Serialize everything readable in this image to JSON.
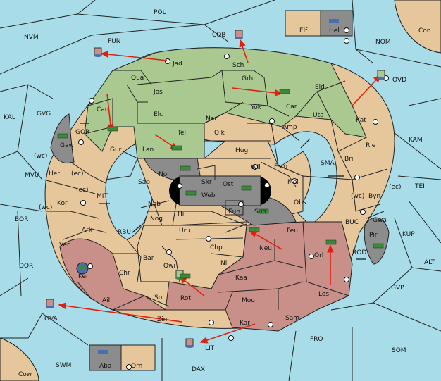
{
  "colors": {
    "sea": "#a8dce8",
    "neutral": "#e6c79c",
    "green": "#a9c991",
    "red": "#c89088",
    "impassable": "#8c8c8c",
    "arrow": "#e02010",
    "army": "#3a8a3a",
    "fleet": "#4a6fb0"
  },
  "sea_labels": {
    "POL": "POL",
    "NVM": "NVM",
    "FUN": "FUN",
    "COB": "COB",
    "NOM": "NOM",
    "Con": "Con",
    "OVD": "OVD",
    "KAL": "KAL",
    "GVG": "GVG",
    "GOR": "GOR",
    "KAM": "KAM",
    "SMA": "SMA",
    "TEI": "TEI",
    "MVU": "MVU",
    "MIT": "MIT",
    "BOR": "BOR",
    "RBU": "RBU",
    "BUC": "BUC",
    "KUP": "KUP",
    "DOR": "DOR",
    "ROD": "ROD",
    "ALT": "ALT",
    "GVP": "GVP",
    "GVA": "GVA",
    "LIT": "LIT",
    "FRO": "FRO",
    "SOM": "SOM",
    "SWM": "SWM",
    "DAX": "DAX",
    "Cow": "Cow"
  },
  "land_labels": {
    "Jad": "Jad",
    "Sch": "Sch",
    "Qua": "Qua",
    "Jos": "Jos",
    "Grh": "Grh",
    "Eld": "Eld",
    "Can": "Can",
    "Elc": "Elc",
    "Nar": "Nar",
    "Yok": "Yok",
    "Car": "Car",
    "Uta": "Uta",
    "Kat": "Kat",
    "Tel": "Tel",
    "Olk": "Olk",
    "Amp": "Amp",
    "Gur": "Gur",
    "Lan": "Lan",
    "Hug": "Hug",
    "Rie": "Rie",
    "Gaw": "Gaw",
    "Bri": "Bri",
    "Wil": "Wil",
    "Esm": "Esm",
    "Nor": "Nor",
    "Skr": "Skr",
    "Her": "Her",
    "Sap": "Sap",
    "Ost": "Ost",
    "Mel": "Mel",
    "Web": "Web",
    "Byn": "Byn",
    "Kor": "Kor",
    "Nab": "Nab",
    "Obs": "Obs",
    "Eun": "Eun",
    "Sun": "Sun",
    "Hil": "Hil",
    "Gwa": "Gwa",
    "Nog": "Nog",
    "Ark": "Ark",
    "Uru": "Uru",
    "Feu": "Feu",
    "Pir": "Pir",
    "Ver": "Ver",
    "Neu": "Neu",
    "Orl": "Orl",
    "Bar": "Bar",
    "Chp": "Chp",
    "Qwi": "Qwi",
    "Nil": "Nil",
    "Ken": "Ken",
    "Chr": "Chr",
    "Kaa": "Kaa",
    "Los": "Los",
    "Ail": "Ail",
    "Sot": "Sot",
    "Rot": "Rot",
    "Mou": "Mou",
    "Sam": "Sam",
    "Zin": "Zin",
    "Kar": "Kar",
    "Elf": "Elf",
    "Hel": "Hel",
    "Aba": "Aba",
    "Orn": "Orn"
  },
  "coast_tags": {
    "wc1": "(wc)",
    "ec1": "(ec)",
    "ec2": "(ec)",
    "wc2": "(wc)",
    "wc3": "(wc)",
    "ec3": "(ec)"
  }
}
